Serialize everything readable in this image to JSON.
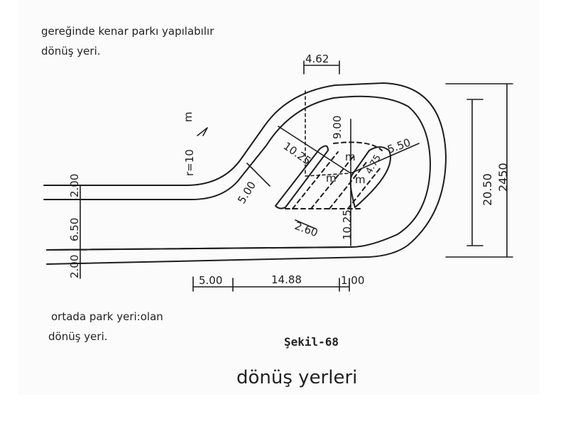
{
  "top_caption": {
    "line1": "gereğinde kenar parkı yapılabılır",
    "line2": "dönüş yeri."
  },
  "bottom_caption": {
    "line1": "ortada park yeri:olan",
    "line2": "dönüş yeri."
  },
  "figure_label": "Şekil-68",
  "figure_title": "dönüş yerleri",
  "dimensions": {
    "d_462": "4.62",
    "d_900": "9.00",
    "d_1025": "10.25",
    "d_550": "5.50",
    "d_475": "4.75",
    "d_r10": "r=10",
    "d_200_top": "2.00",
    "d_650": "6.50",
    "d_200_bottom": "2.00",
    "d_500_diag": "5.00",
    "d_260": "2.60",
    "d_1025_bottom": "10.25",
    "d_2050": "20.50",
    "d_2450": "2450",
    "d_500_bottom": "5.00",
    "d_1488": "14.88",
    "d_100": "1.00"
  },
  "markers": {
    "m_north": "m",
    "m_center": "m",
    "m_left": "m",
    "m_right": "m"
  }
}
